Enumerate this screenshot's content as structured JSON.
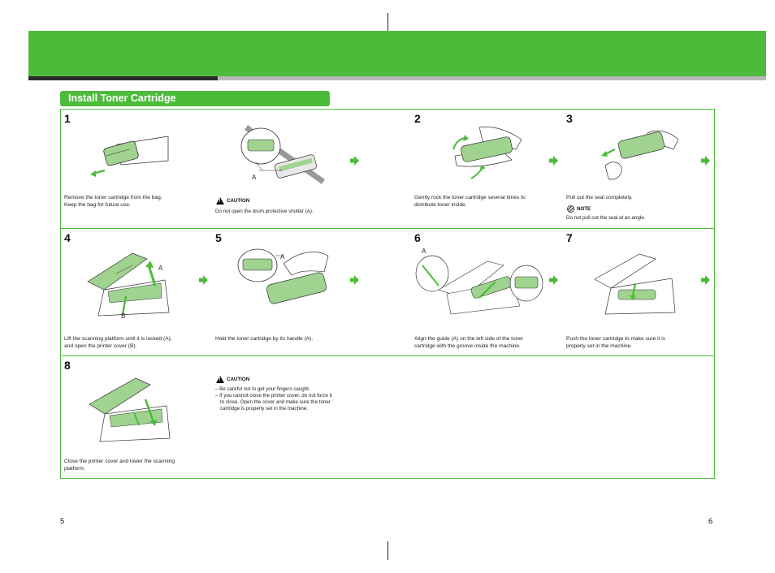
{
  "section_title": "Install Toner Cartridge",
  "steps": {
    "s1": {
      "num": "1",
      "text_1": "Remove the toner cartridge from the bag.",
      "text_2": "Keep the bag for future use."
    },
    "s1b": {
      "caution": "CAUTION",
      "text": "Do not open the drum protective shutter (A).",
      "label_a": "A"
    },
    "s2": {
      "num": "2",
      "text_1": "Gently rock the toner cartridge several times to",
      "text_2": "distribute toner inside."
    },
    "s3": {
      "num": "3",
      "text": "Pull out the seal completely.",
      "note": "NOTE",
      "note_text": "Do not pull out the seal at an angle."
    },
    "s4": {
      "num": "4",
      "text_1": "Lift the scanning platform until it is locked (A),",
      "text_2": "and open the printer cover (B).",
      "label_a": "A",
      "label_b": "B"
    },
    "s5": {
      "num": "5",
      "text": "Hold the toner cartridge by its handle (A).",
      "label_a": "A"
    },
    "s6": {
      "num": "6",
      "text_1": "Align the guide (A) on the left side of the toner",
      "text_2": "cartridge with the groove inside the machine.",
      "label_a": "A"
    },
    "s7": {
      "num": "7",
      "text_1": "Push the toner cartridge to make sure it is",
      "text_2": "properly set in the machine."
    },
    "s8": {
      "num": "8",
      "text_1": "Close the printer cover and lower the scanning",
      "text_2": "platform."
    },
    "s8b": {
      "caution": "CAUTION",
      "line_1": "– Be careful not to get your fingers caught.",
      "line_2": "– If you cannot close the printer cover, do not force it",
      "line_3": "to close. Open the cover and make sure the toner",
      "line_4": "cartridge is properly set in the machine."
    }
  },
  "page_left": "5",
  "page_right": "6",
  "colors": {
    "accent": "#4cbb3a",
    "dark_rule": "#2a2a2a",
    "gray_rule": "#b8b8b8"
  }
}
